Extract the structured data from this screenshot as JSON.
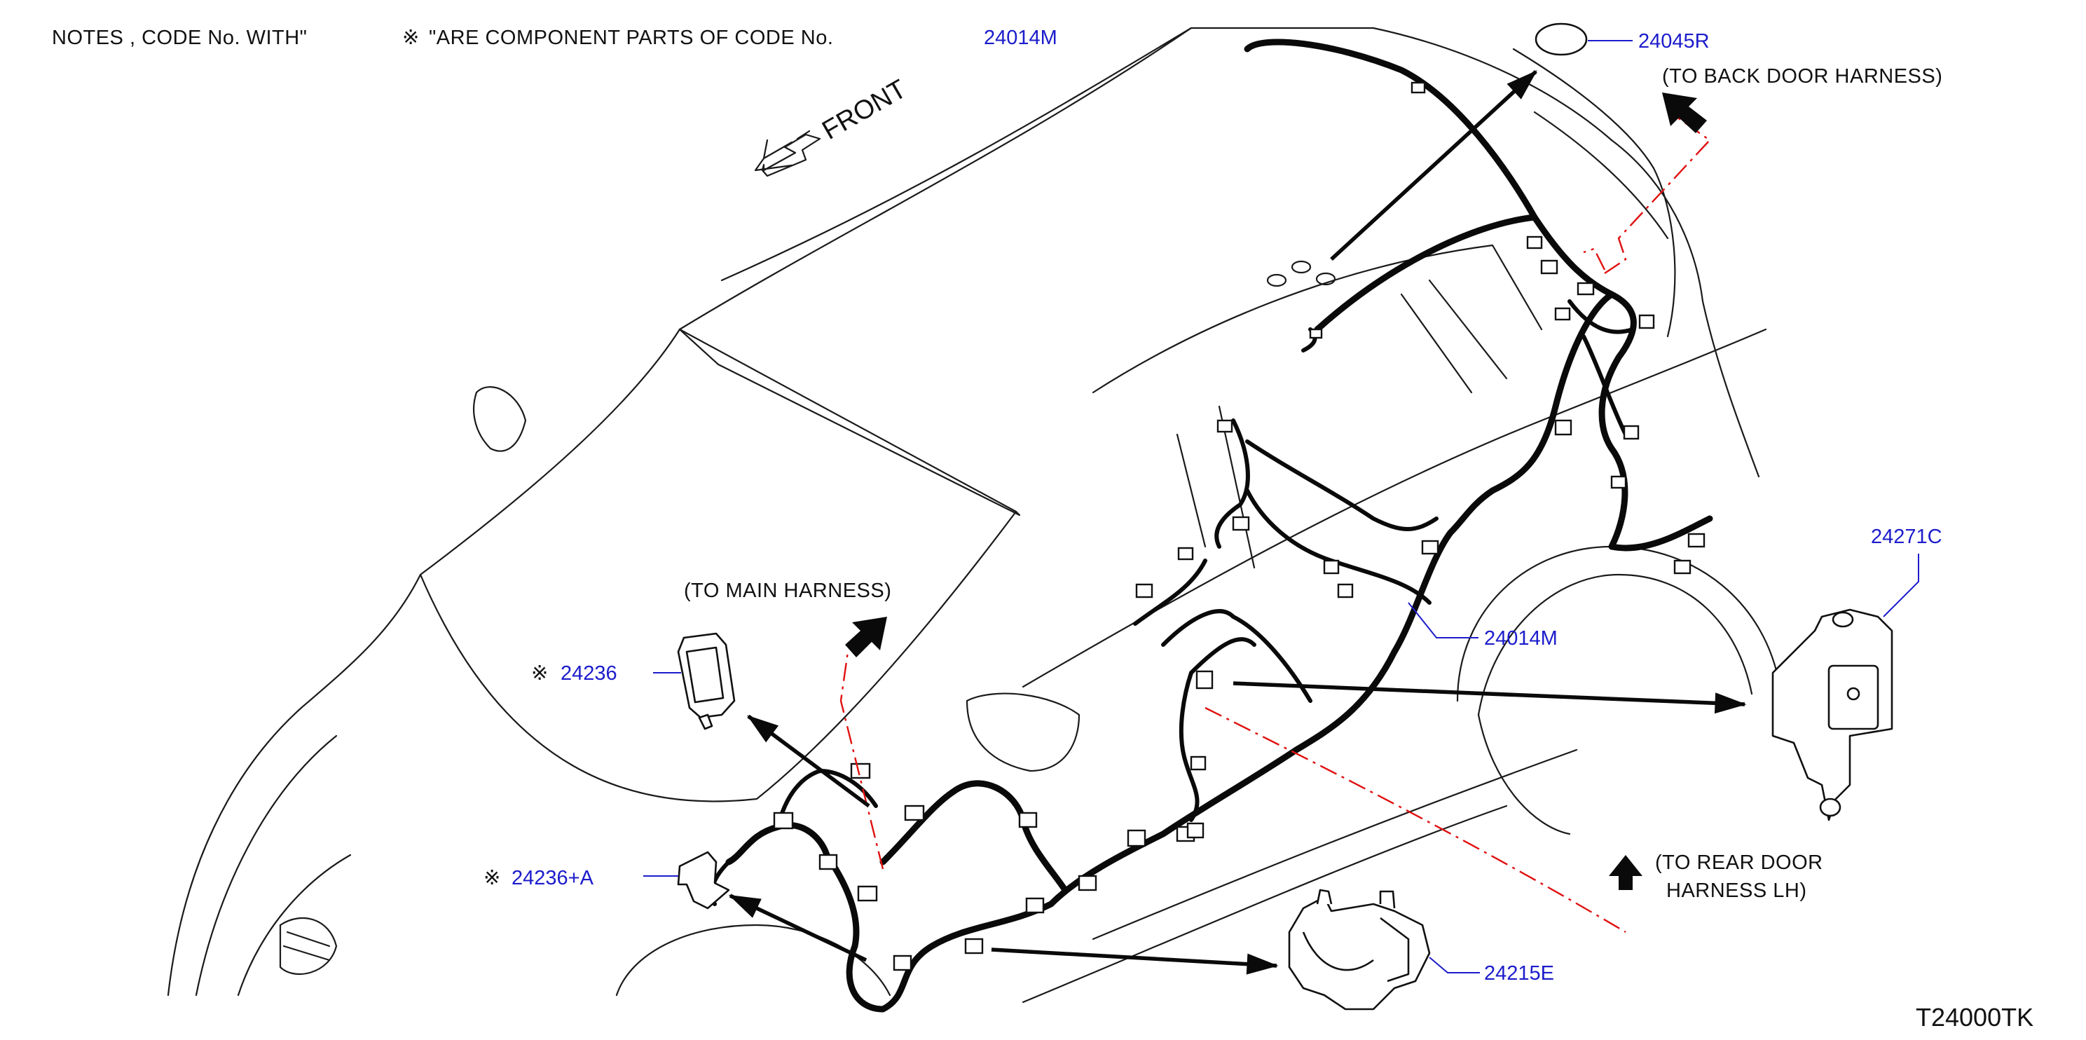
{
  "notes": {
    "prefix": "NOTES  ,  CODE  No.  WITH\"",
    "symbol": "※",
    "suffix": "\"ARE  COMPONENT  PARTS  OF  CODE  No.",
    "code": "24014M"
  },
  "front_label": "FRONT",
  "references": {
    "back_door": "(TO  BACK  DOOR  HARNESS)",
    "main_harness": "(TO  MAIN  HARNESS)",
    "rear_door_line1": "(TO  REAR  DOOR",
    "rear_door_line2": "HARNESS  LH)"
  },
  "parts": {
    "p24045R": "24045R",
    "p24271C": "24271C",
    "p24014M": "24014M",
    "p24236": "24236",
    "p24236A": "24236+A",
    "p24215E": "24215E"
  },
  "footer_code": "T24000TK",
  "colors": {
    "part_label": "#1c1ccc",
    "reference_line": "#e01010",
    "harness": "#0a0a0a",
    "body_outline": "#1a1a1a"
  }
}
